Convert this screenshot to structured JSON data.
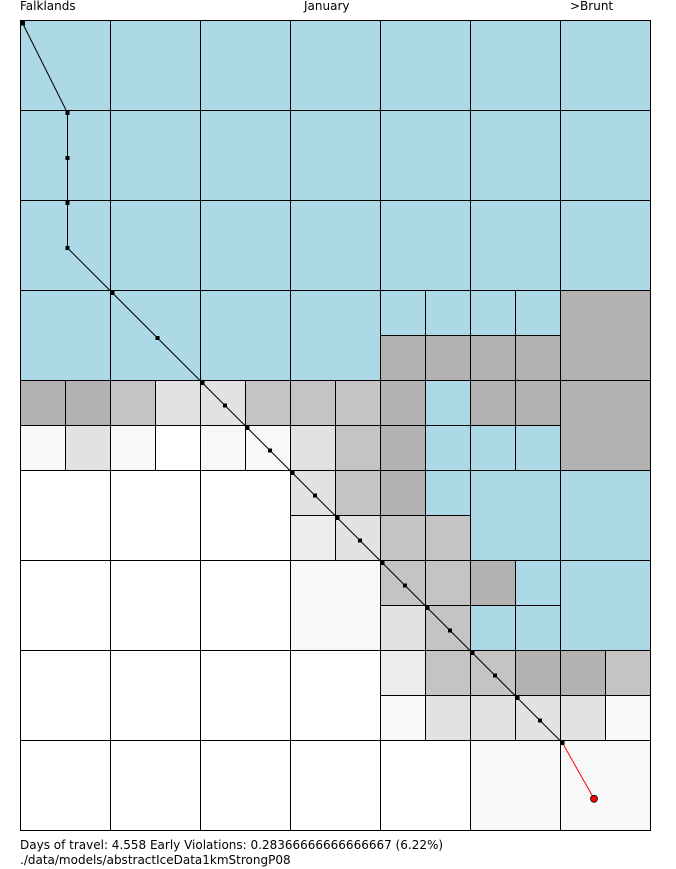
{
  "header": {
    "start_label": "Falklands",
    "month_label": "January",
    "end_label": ">Brunt"
  },
  "footer": {
    "stats_line": "Days of travel: 4.558  Early Violations: 0.28366666666666667 (6.22%)",
    "path_line": "./data/models/abstractIceData1kmStrongP08"
  },
  "colors": {
    "water": "#add8e6",
    "ice_heavy": "#b2b2b2",
    "ice_medium": "#c4c4c4",
    "ice_light": "#e2e2e2",
    "ice_faint": "#ececec",
    "ice_trace": "#f8f8f8",
    "open": "#ffffff",
    "route_main": "#000000",
    "route_final": "#ff0000"
  },
  "grid": {
    "cols": 7,
    "rows": 9,
    "cells": [
      {
        "r": 0,
        "c": 0,
        "t": "water"
      },
      {
        "r": 0,
        "c": 1,
        "t": "water"
      },
      {
        "r": 0,
        "c": 2,
        "t": "water"
      },
      {
        "r": 0,
        "c": 3,
        "t": "water"
      },
      {
        "r": 0,
        "c": 4,
        "t": "water"
      },
      {
        "r": 0,
        "c": 5,
        "t": "water"
      },
      {
        "r": 0,
        "c": 6,
        "t": "water"
      },
      {
        "r": 1,
        "c": 0,
        "t": "water"
      },
      {
        "r": 1,
        "c": 1,
        "t": "water"
      },
      {
        "r": 1,
        "c": 2,
        "t": "water"
      },
      {
        "r": 1,
        "c": 3,
        "t": "water"
      },
      {
        "r": 1,
        "c": 4,
        "t": "water"
      },
      {
        "r": 1,
        "c": 5,
        "t": "water"
      },
      {
        "r": 1,
        "c": 6,
        "t": "water"
      },
      {
        "r": 2,
        "c": 0,
        "t": "water"
      },
      {
        "r": 2,
        "c": 1,
        "t": "water"
      },
      {
        "r": 2,
        "c": 2,
        "t": "water"
      },
      {
        "r": 2,
        "c": 3,
        "t": "water"
      },
      {
        "r": 2,
        "c": 4,
        "t": "water"
      },
      {
        "r": 2,
        "c": 5,
        "t": "water"
      },
      {
        "r": 2,
        "c": 6,
        "t": "water"
      },
      {
        "r": 3,
        "c": 0,
        "t": "water"
      },
      {
        "r": 3,
        "c": 1,
        "t": "water"
      },
      {
        "r": 3,
        "c": 2,
        "t": "water"
      },
      {
        "r": 3,
        "c": 3,
        "t": "water"
      },
      {
        "r": 3,
        "c": 4,
        "sub": [
          "water",
          "water",
          "ice_heavy",
          "ice_heavy"
        ]
      },
      {
        "r": 3,
        "c": 5,
        "sub": [
          "water",
          "water",
          "ice_heavy",
          "ice_heavy"
        ]
      },
      {
        "r": 3,
        "c": 6,
        "t": "ice_heavy"
      },
      {
        "r": 4,
        "c": 0,
        "sub": [
          "ice_heavy",
          "ice_heavy",
          "ice_trace",
          "ice_light"
        ]
      },
      {
        "r": 4,
        "c": 1,
        "sub": [
          "ice_medium",
          "ice_light",
          "ice_trace",
          "open"
        ]
      },
      {
        "r": 4,
        "c": 2,
        "sub": [
          "ice_light",
          "ice_medium",
          "ice_trace",
          "ice_trace"
        ]
      },
      {
        "r": 4,
        "c": 3,
        "sub": [
          "ice_medium",
          "ice_medium",
          "ice_light",
          "ice_medium"
        ]
      },
      {
        "r": 4,
        "c": 4,
        "sub": [
          "ice_heavy",
          "water",
          "ice_heavy",
          "water"
        ]
      },
      {
        "r": 4,
        "c": 5,
        "sub": [
          "ice_heavy",
          "ice_heavy",
          "water",
          "water"
        ]
      },
      {
        "r": 4,
        "c": 6,
        "t": "ice_heavy"
      },
      {
        "r": 5,
        "c": 0,
        "t": "open"
      },
      {
        "r": 5,
        "c": 1,
        "t": "open"
      },
      {
        "r": 5,
        "c": 2,
        "t": "open"
      },
      {
        "r": 5,
        "c": 3,
        "sub": [
          "ice_light",
          "ice_medium",
          "ice_faint",
          "ice_light"
        ]
      },
      {
        "r": 5,
        "c": 4,
        "sub": [
          "ice_heavy",
          "water",
          "ice_medium",
          "ice_medium"
        ]
      },
      {
        "r": 5,
        "c": 5,
        "t": "water"
      },
      {
        "r": 5,
        "c": 6,
        "t": "water"
      },
      {
        "r": 6,
        "c": 0,
        "t": "open"
      },
      {
        "r": 6,
        "c": 1,
        "t": "open"
      },
      {
        "r": 6,
        "c": 2,
        "t": "open"
      },
      {
        "r": 6,
        "c": 3,
        "t": "ice_trace"
      },
      {
        "r": 6,
        "c": 4,
        "sub": [
          "ice_medium",
          "ice_medium",
          "ice_light",
          "ice_medium"
        ]
      },
      {
        "r": 6,
        "c": 5,
        "sub": [
          "ice_heavy",
          "water",
          "water",
          "water"
        ]
      },
      {
        "r": 6,
        "c": 6,
        "t": "water"
      },
      {
        "r": 7,
        "c": 0,
        "t": "open"
      },
      {
        "r": 7,
        "c": 1,
        "t": "open"
      },
      {
        "r": 7,
        "c": 2,
        "t": "open"
      },
      {
        "r": 7,
        "c": 3,
        "t": "open"
      },
      {
        "r": 7,
        "c": 4,
        "sub": [
          "ice_faint",
          "ice_medium",
          "ice_trace",
          "ice_light"
        ]
      },
      {
        "r": 7,
        "c": 5,
        "sub": [
          "ice_medium",
          "ice_heavy",
          "ice_light",
          "ice_light"
        ]
      },
      {
        "r": 7,
        "c": 6,
        "sub": [
          "ice_heavy",
          "ice_medium",
          "ice_light",
          "ice_trace"
        ]
      },
      {
        "r": 8,
        "c": 0,
        "t": "open"
      },
      {
        "r": 8,
        "c": 1,
        "t": "open"
      },
      {
        "r": 8,
        "c": 2,
        "t": "open"
      },
      {
        "r": 8,
        "c": 3,
        "t": "open"
      },
      {
        "r": 8,
        "c": 4,
        "t": "open"
      },
      {
        "r": 8,
        "c": 5,
        "t": "ice_trace"
      },
      {
        "r": 8,
        "c": 6,
        "t": "ice_trace"
      }
    ]
  },
  "route": {
    "waypoints": [
      [
        0.0,
        0.0
      ],
      [
        0.5,
        1.0
      ],
      [
        0.5,
        1.5
      ],
      [
        0.5,
        2.0
      ],
      [
        0.5,
        2.5
      ],
      [
        1.0,
        3.0
      ],
      [
        1.5,
        3.5
      ],
      [
        2.0,
        4.0
      ],
      [
        2.25,
        4.25
      ],
      [
        2.5,
        4.5
      ],
      [
        2.75,
        4.75
      ],
      [
        3.0,
        5.0
      ],
      [
        3.25,
        5.25
      ],
      [
        3.5,
        5.5
      ],
      [
        3.75,
        5.75
      ],
      [
        4.0,
        6.0
      ],
      [
        4.25,
        6.25
      ],
      [
        4.5,
        6.5
      ],
      [
        4.75,
        6.75
      ],
      [
        5.0,
        7.0
      ],
      [
        5.25,
        7.25
      ],
      [
        5.5,
        7.5
      ],
      [
        5.75,
        7.75
      ],
      [
        6.0,
        8.0
      ]
    ],
    "final_leg": [
      [
        6.0,
        8.0
      ],
      [
        6.35,
        8.62
      ]
    ]
  }
}
